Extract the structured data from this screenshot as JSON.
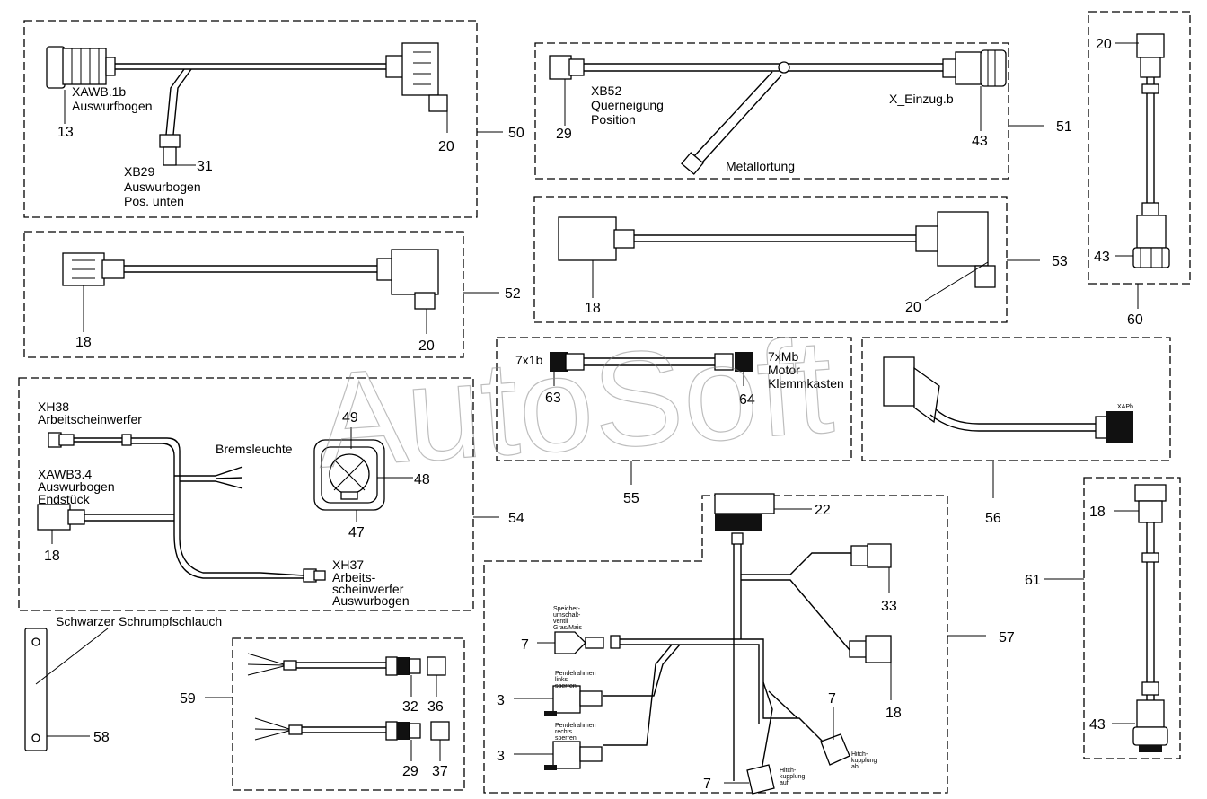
{
  "watermark": "AutoSoft",
  "groups": {
    "g50": {
      "ref": "50",
      "connectors": {
        "left": "13",
        "right": "20",
        "sensor": "31"
      },
      "labels": {
        "xawb": "XAWB.1b",
        "auswurf": "Auswurfbogen",
        "xb29": "XB29",
        "auswurf2": "Auswurbogen",
        "pos": "Pos. unten"
      }
    },
    "g51": {
      "ref": "51",
      "connectors": {
        "left": "29",
        "right": "43"
      },
      "labels": {
        "xb52": "XB52",
        "quer": "Querneigung",
        "position": "Position",
        "einzug": "X_Einzug.b",
        "metall": "Metallortung"
      }
    },
    "g52": {
      "ref": "52",
      "connectors": {
        "left": "18",
        "right": "20"
      }
    },
    "g53": {
      "ref": "53",
      "connectors": {
        "left": "18",
        "right": "20"
      }
    },
    "g54": {
      "ref": "54",
      "connectors": {
        "c18": "18",
        "c47": "47",
        "c48": "48",
        "c49": "49"
      },
      "labels": {
        "xh38": "XH38",
        "arbeit": "Arbeitscheinwerfer",
        "brems": "Bremsleuchte",
        "xawb34": "XAWB3.4",
        "auswurf": "Auswurbogen",
        "end": "Endstück",
        "xh37": "XH37",
        "arbeits": "Arbeits-",
        "schein": "scheinwerfer",
        "auswurf2": "Auswurbogen"
      }
    },
    "g55": {
      "ref": "55",
      "connectors": {
        "left": "63",
        "right": "64"
      },
      "labels": {
        "x7x1b": "7x1b",
        "x7xmb": "7xMb",
        "motor": "Motor",
        "klemm": "Klemmkasten"
      }
    },
    "g56": {
      "ref": "56",
      "labels": {
        "xapb": "XAPb"
      }
    },
    "g57": {
      "ref": "57",
      "connectors": {
        "c22": "22",
        "c33": "33",
        "c18": "18",
        "c7a": "7",
        "c3a": "3",
        "c3b": "3",
        "c7b": "7",
        "c7c": "7"
      },
      "labels": {
        "speicher": [
          "Speicher-",
          "umschalt-",
          "ventil",
          "Gras/Mais"
        ],
        "pendel1": [
          "Pendelrahmen",
          "links",
          "sperren"
        ],
        "pendel2": [
          "Pendelrahmen",
          "rechts",
          "sperren"
        ],
        "hitch1": [
          "Hitch-",
          "kupplung",
          "auf"
        ],
        "hitch2": [
          "Hitch-",
          "kupplung",
          "ab"
        ]
      }
    },
    "g58": {
      "ref": "58",
      "labels": {
        "schrumpf": "Schwarzer Schrumpfschlauch"
      }
    },
    "g59": {
      "ref": "59",
      "connectors": {
        "c32": "32",
        "c36": "36",
        "c29": "29",
        "c37": "37"
      }
    },
    "g60": {
      "ref": "60",
      "connectors": {
        "top": "20",
        "bottom": "43"
      }
    },
    "g61": {
      "ref": "61",
      "connectors": {
        "top": "18",
        "bottom": "43"
      }
    }
  }
}
